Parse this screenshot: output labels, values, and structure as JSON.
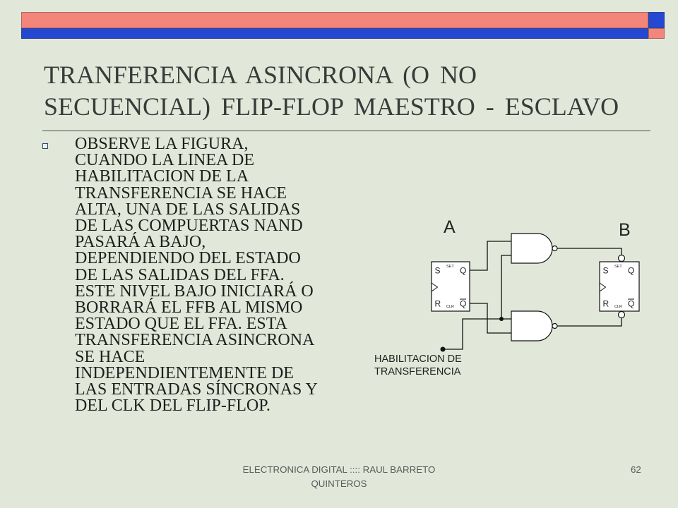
{
  "theme": {
    "background": "#E1E8D9",
    "salmon": "#F4857B",
    "blue": "#2448D2",
    "title_color": "#3A3A3A",
    "text_color": "#1E1E1E",
    "footer_color": "#5A5A5A"
  },
  "title": {
    "lines": [
      "TRANFERENCIA ASINCRONA (O NO",
      "SECUENCIAL) FLIP-FLOP MAESTRO - ESCLAVO"
    ]
  },
  "bullet": {
    "icon": "hollow-square-bullet",
    "lines": [
      "OBSERVE LA FIGURA,",
      "CUANDO LA LINEA DE",
      "HABILITACION DE LA",
      "TRANSFERENCIA SE HACE",
      "ALTA, UNA DE LAS SALIDAS",
      "DE LAS COMPUERTAS NAND",
      "PASARÁ A BAJO,",
      "DEPENDIENDO DEL ESTADO",
      "DE LAS SALIDAS DEL FFA.",
      "ESTE NIVEL BAJO INICIARÁ O",
      "BORRARÁ EL FFB AL MISMO",
      "ESTADO QUE EL FFA. ESTA",
      "TRANSFERENCIA ASINCRONA",
      "SE HACE",
      "INDEPENDIENTEMENTE DE",
      "LAS ENTRADAS SÍNCRONAS Y",
      "DEL CLK DEL FLIP-FLOP."
    ]
  },
  "figure": {
    "flip_flop_a": {
      "label": "A",
      "set": "S",
      "set_tag": "SET",
      "q": "Q",
      "reset": "R",
      "clr_tag": "CLR",
      "q_bar": "Q"
    },
    "flip_flop_b": {
      "label": "B",
      "set": "S",
      "set_tag": "SET",
      "q": "Q",
      "reset": "R",
      "clr_tag": "CLR",
      "q_bar": "Q"
    },
    "enable_label_lines": [
      "HABILITACION DE",
      "TRANSFERENCIA"
    ]
  },
  "footer": {
    "lines": [
      "ELECTRONICA DIGITAL :::: RAUL BARRETO",
      "QUINTEROS"
    ],
    "page_number": "62"
  }
}
